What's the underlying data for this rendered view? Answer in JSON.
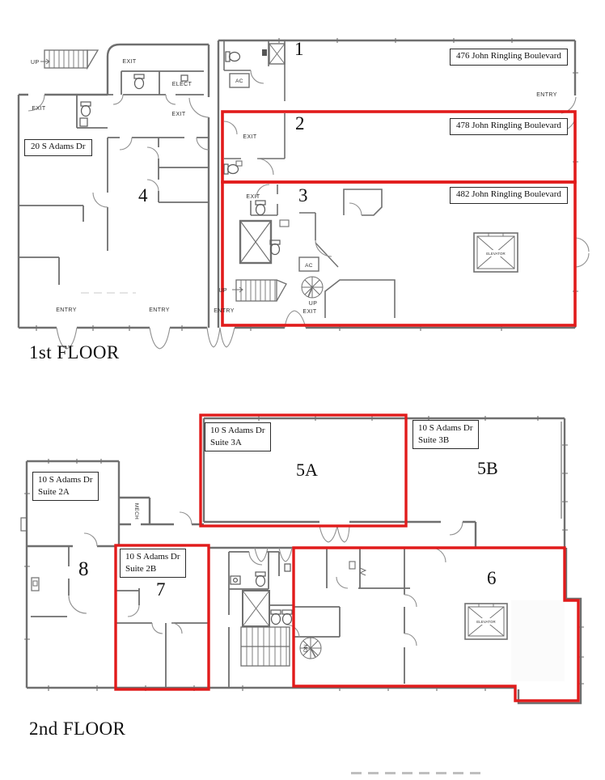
{
  "colors": {
    "suite_outline": "#e11b1b",
    "wall": "#6f6f6f"
  },
  "labels": {
    "exit": "EXIT",
    "entry": "ENTRY",
    "up": "UP",
    "dn": "DN",
    "ac": "AC",
    "elect": "ELECT",
    "mech": "MECH",
    "elevator": "ELEVATOR"
  },
  "floor1": {
    "title": "1st FLOOR",
    "area_numbers": {
      "n1": "1",
      "n2": "2",
      "n3": "3",
      "n4": "4"
    },
    "address_boxes": {
      "jr476": "476 John Ringling Boulevard",
      "jr478": "478 John Ringling Boulevard",
      "jr482": "482 John Ringling Boulevard",
      "adams20": "20 S Adams Dr"
    }
  },
  "floor2": {
    "title": "2nd FLOOR",
    "area_numbers": {
      "n5a": "5A",
      "n5b": "5B",
      "n6": "6",
      "n7": "7",
      "n8": "8"
    },
    "suite_boxes": {
      "s2a_line1": "10 S Adams Dr",
      "s2a_line2": "Suite 2A",
      "s2b_line1": "10 S Adams Dr",
      "s2b_line2": "Suite 2B",
      "s3a_line1": "10 S Adams Dr",
      "s3a_line2": "Suite 3A",
      "s3b_line1": "10 S Adams Dr",
      "s3b_line2": "Suite 3B"
    }
  }
}
